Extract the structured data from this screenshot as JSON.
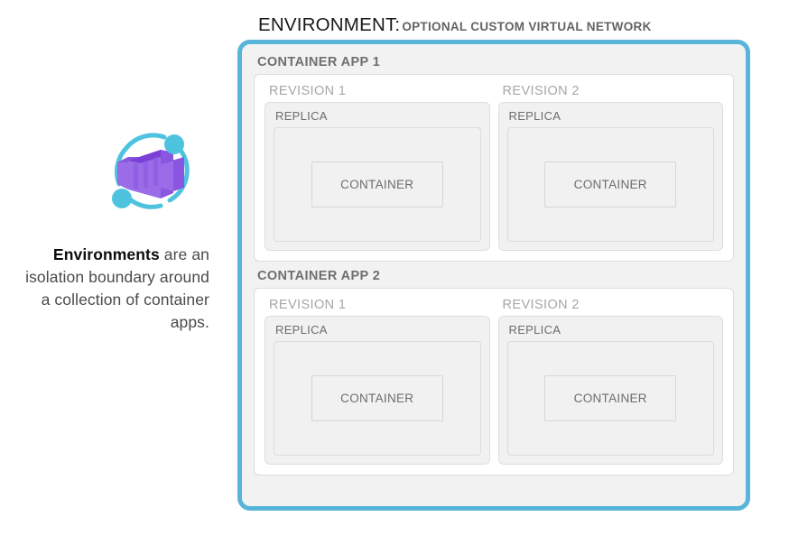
{
  "caption": {
    "bold_lead": "Environments",
    "rest": " are an isolation boundary around a collection of container apps."
  },
  "icon": {
    "name": "azure-container-apps-icon",
    "box_light": "#9a6ce8",
    "box_mid": "#8a55e0",
    "box_dark": "#7a3fd6",
    "arc_color": "#4ec3e0"
  },
  "title": {
    "main": "ENVIRONMENT:",
    "sub": "OPTIONAL CUSTOM VIRTUAL NETWORK"
  },
  "colors": {
    "environment_border": "#58b4d8",
    "environment_fill": "#f2f2f2",
    "container_app_fill": "#ffffff",
    "container_app_border": "#dcdcdc",
    "replica_fill": "#f1f1f1",
    "replica_border": "#dedede",
    "container_border": "#d6d6d6",
    "label_app": "#6f6f6f",
    "label_revision": "#a6a6a6",
    "label_replica": "#6c6c6c"
  },
  "environment": {
    "container_apps": [
      {
        "label": "CONTAINER APP 1",
        "revisions": [
          {
            "label": "REVISION 1",
            "replica": {
              "label": "REPLICA",
              "container": {
                "label": "CONTAINER"
              }
            }
          },
          {
            "label": "REVISION 2",
            "replica": {
              "label": "REPLICA",
              "container": {
                "label": "CONTAINER"
              }
            }
          }
        ]
      },
      {
        "label": "CONTAINER APP 2",
        "revisions": [
          {
            "label": "REVISION 1",
            "replica": {
              "label": "REPLICA",
              "container": {
                "label": "CONTAINER"
              }
            }
          },
          {
            "label": "REVISION 2",
            "replica": {
              "label": "REPLICA",
              "container": {
                "label": "CONTAINER"
              }
            }
          }
        ]
      }
    ]
  }
}
